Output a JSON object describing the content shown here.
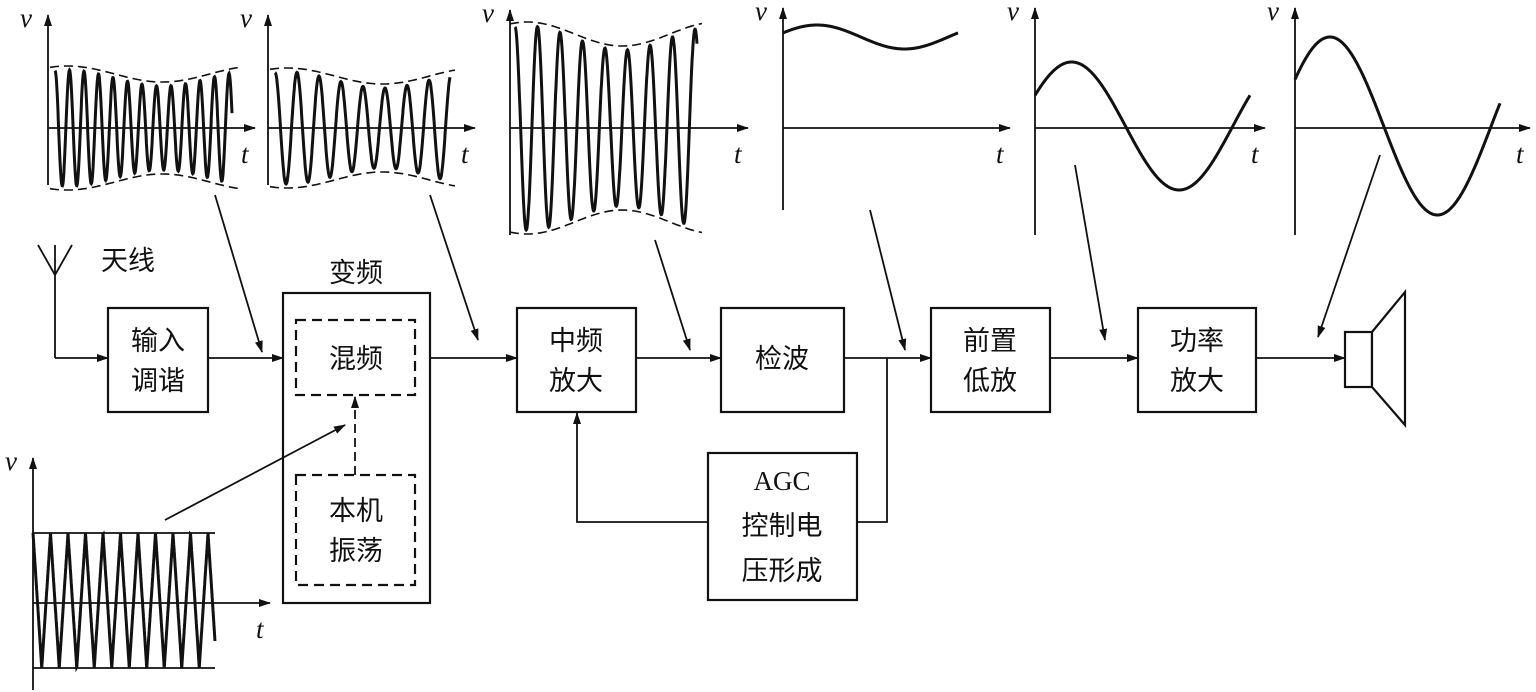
{
  "diagram": {
    "antenna_label": "天线",
    "converter_label": "变频",
    "blocks": {
      "input_tuning": [
        "输入",
        "调谐"
      ],
      "mixer": [
        "混频"
      ],
      "local_oscillator": [
        "本机",
        "振荡"
      ],
      "if_amplifier": [
        "中频",
        "放大"
      ],
      "detector": [
        "检波"
      ],
      "preamp": [
        "前置",
        "低放"
      ],
      "power_amp": [
        "功率",
        "放大"
      ],
      "agc": [
        "AGC",
        "控制电",
        "压形成"
      ]
    },
    "axis_labels": {
      "v": "v",
      "t": "t"
    }
  }
}
